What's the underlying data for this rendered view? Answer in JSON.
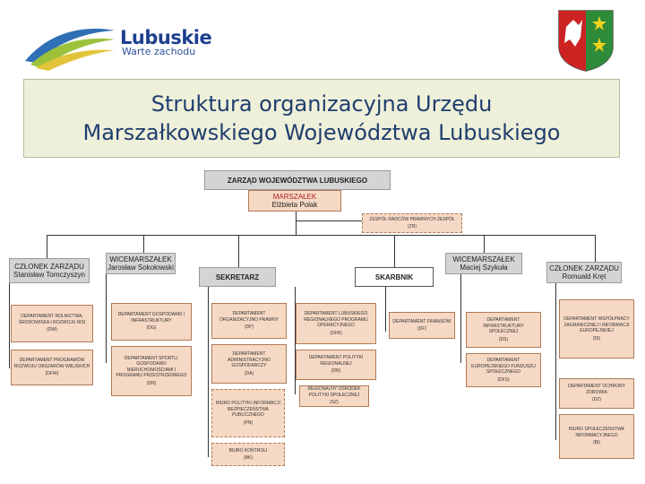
{
  "logo": {
    "name": "Lubuskie",
    "tagline": "Warte zachodu",
    "crest_icon": "eagle-crest-icon"
  },
  "title": {
    "line1": "Struktura organizacyjna Urzędu",
    "line2": "Marszałkowskiego Województwa Lubuskiego"
  },
  "chart": {
    "board": "ZARZĄD WOJEWÓDZTWA LUBUSKIEGO",
    "marshal": {
      "title": "MARSZAŁEK",
      "name": "Elżbieta Polak"
    },
    "team": {
      "line1": "ZESPÓŁ RADCÓW PRAWNYCH ZESPÓŁ",
      "line2": "(ZR)"
    },
    "member1": {
      "title": "CZŁONEK ZARZĄDU",
      "name": "Stanisław Tomczyszyn"
    },
    "vice1": {
      "title": "WICEMARSZAŁEK",
      "name": "Jarosław Sokołowski"
    },
    "secretary": "SEKRETARZ",
    "treasurer": "SKARBNIK",
    "vice2": {
      "title": "WICEMARSZAŁEK",
      "name": "Maciej Szykuła"
    },
    "member2": {
      "title": "CZŁONEK ZARZĄDU",
      "name": "Romuald Kręt"
    },
    "col1": [
      {
        "line1": "DEPARTAMENT ROLNICTWA, ŚRODOWISKA I ROZWOJU WSI",
        "code": "(DW)"
      },
      {
        "line1": "DEPARTAMENT PROGRAMÓW ROZWOJU OBSZARÓW WIEJSKICH",
        "code": "(DFW)"
      }
    ],
    "col2": [
      {
        "line1": "DEPARTAMENT GOSPODARKI I INFRASTRUKTURY",
        "code": "(DG)"
      },
      {
        "line1": "DEPARTAMENT SPORTU, GOSPODARKI NIERUCHOMOŚCIAMI I PROGRAMU PRZESTRZENNEGO",
        "code": "(DN)"
      }
    ],
    "col3": [
      {
        "line1": "DEPARTAMENT ORGANIZACYJNO PRAWNY",
        "code": "(DP)"
      },
      {
        "line1": "DEPARTAMENT ADMINISTRACYJNO GOSPODARCZY",
        "code": "(DA)"
      },
      {
        "line1": "BIURO POLITYKI INFORMACJI BEZPIECZEŃSTWA PUBLICZNEGO",
        "code": "(PN)"
      },
      {
        "line1": "BIURO KONTROLI",
        "code": "(BK)"
      }
    ],
    "col4": [
      {
        "line1": "DEPARTAMENT LUBUSKIEGO REGIONALNEGO PROGRAMU OPERACYJNEGO",
        "code": "(DFR)"
      },
      {
        "line1": "DEPARTAMENT POLITYKI REGIONALNEJ",
        "code": "(DR)"
      },
      {
        "line1": "REGIONALNY OŚRODEK POLITYKI SPOŁECZNEJ",
        "code": "(SZ)"
      }
    ],
    "col5": [
      {
        "line1": "DEPARTAMENT FINANSÓW",
        "code": "(DF)"
      }
    ],
    "col6": [
      {
        "line1": "DEPARTAMENT INFRASTRUKTURY SPOŁECZNEJ",
        "code": "(DS)"
      },
      {
        "line1": "DEPARTAMENT EUROPEJSKIEGO FUNDUSZU SPOŁECZNEGO",
        "code": "(DFS)"
      }
    ],
    "col7": [
      {
        "line1": "DEPARTAMENT WSPÓŁPRACY ZAGRANICZNEJ I INFORMACJI EUROPEJSKIEJ",
        "code": "(DI)"
      },
      {
        "line1": "DEPARTAMENT OCHRONY ZDROWIA",
        "code": "(DZ)"
      },
      {
        "line1": "BIURO SPOŁECZEŃSTWA INFORMACYJNEGO",
        "code": "(BI)"
      }
    ]
  }
}
